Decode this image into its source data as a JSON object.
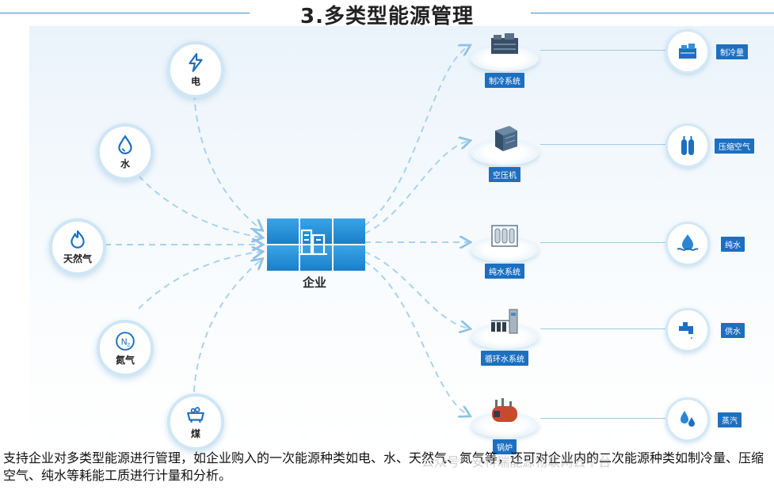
{
  "title": "3.多类型能源管理",
  "sources": [
    {
      "label": "电",
      "icon": "lightning-icon"
    },
    {
      "label": "水",
      "icon": "water-drop-icon"
    },
    {
      "label": "天然气",
      "icon": "gas-flame-icon"
    },
    {
      "label": "氮气",
      "icon": "nitrogen-icon"
    },
    {
      "label": "煤",
      "icon": "coal-cart-icon"
    }
  ],
  "center": {
    "label": "企业",
    "icon": "enterprise-building-icon"
  },
  "systems": [
    {
      "label": "制冷系统",
      "icon": "chiller-unit-icon",
      "output": {
        "label": "制冷量",
        "icon": "cooling-unit-icon"
      }
    },
    {
      "label": "空压机",
      "icon": "air-compressor-icon",
      "output": {
        "label": "压缩空气",
        "icon": "gas-cylinders-icon"
      }
    },
    {
      "label": "纯水系统",
      "icon": "water-treatment-icon",
      "output": {
        "label": "纯水",
        "icon": "pure-water-icon"
      }
    },
    {
      "label": "循环水系统",
      "icon": "circulation-pump-icon",
      "output": {
        "label": "供水",
        "icon": "faucet-icon"
      }
    },
    {
      "label": "锅炉",
      "icon": "boiler-icon",
      "output": {
        "label": "蒸汽",
        "icon": "steam-drops-icon"
      }
    }
  ],
  "caption": "支持企业对多类型能源进行管理，如企业购入的一次能源种类如电、水、天然气、氮气等，还可对企业内的二次能源种类如制冷量、压缩空气、纯水等耗能工质进行计量和分析。",
  "watermark": "公众号 · 安科瑞能源物联网云平台",
  "colors": {
    "primary": "#1d6fbf",
    "accent": "#3aa4e6",
    "flow": "#a9d2ec"
  }
}
